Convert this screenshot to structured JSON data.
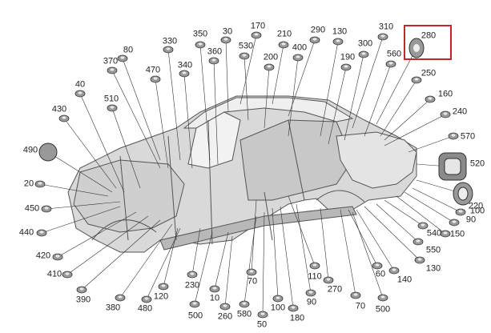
{
  "highlight": {
    "part": "280",
    "color": "#c0272d"
  },
  "parts": [
    {
      "id": "330",
      "label": "330"
    },
    {
      "id": "350",
      "label": "350"
    },
    {
      "id": "30",
      "label": "30"
    },
    {
      "id": "170",
      "label": "170"
    },
    {
      "id": "210",
      "label": "210"
    },
    {
      "id": "290",
      "label": "290"
    },
    {
      "id": "130-top",
      "label": "130"
    },
    {
      "id": "310",
      "label": "310"
    },
    {
      "id": "280",
      "label": "280"
    },
    {
      "id": "80",
      "label": "80"
    },
    {
      "id": "370",
      "label": "370"
    },
    {
      "id": "340",
      "label": "340"
    },
    {
      "id": "360",
      "label": "360"
    },
    {
      "id": "530",
      "label": "530"
    },
    {
      "id": "200",
      "label": "200"
    },
    {
      "id": "400",
      "label": "400"
    },
    {
      "id": "190",
      "label": "190"
    },
    {
      "id": "300",
      "label": "300"
    },
    {
      "id": "560",
      "label": "560"
    },
    {
      "id": "470",
      "label": "470"
    },
    {
      "id": "250",
      "label": "250"
    },
    {
      "id": "40",
      "label": "40"
    },
    {
      "id": "510",
      "label": "510"
    },
    {
      "id": "160",
      "label": "160"
    },
    {
      "id": "430",
      "label": "430"
    },
    {
      "id": "240",
      "label": "240"
    },
    {
      "id": "570",
      "label": "570"
    },
    {
      "id": "490",
      "label": "490"
    },
    {
      "id": "520",
      "label": "520"
    },
    {
      "id": "20",
      "label": "20"
    },
    {
      "id": "220",
      "label": "220"
    },
    {
      "id": "450",
      "label": "450"
    },
    {
      "id": "100",
      "label": "100"
    },
    {
      "id": "90-right",
      "label": "90"
    },
    {
      "id": "440",
      "label": "440"
    },
    {
      "id": "150",
      "label": "150"
    },
    {
      "id": "540",
      "label": "540"
    },
    {
      "id": "550",
      "label": "550"
    },
    {
      "id": "420",
      "label": "420"
    },
    {
      "id": "130-right",
      "label": "130"
    },
    {
      "id": "410",
      "label": "410"
    },
    {
      "id": "60",
      "label": "60"
    },
    {
      "id": "140",
      "label": "140"
    },
    {
      "id": "110",
      "label": "110"
    },
    {
      "id": "70-mid",
      "label": "70"
    },
    {
      "id": "230",
      "label": "230"
    },
    {
      "id": "270",
      "label": "270"
    },
    {
      "id": "390",
      "label": "390"
    },
    {
      "id": "120",
      "label": "120"
    },
    {
      "id": "10",
      "label": "10"
    },
    {
      "id": "90-bottom",
      "label": "90"
    },
    {
      "id": "380",
      "label": "380"
    },
    {
      "id": "100-bottom",
      "label": "100"
    },
    {
      "id": "70-bottom",
      "label": "70"
    },
    {
      "id": "500-right",
      "label": "500"
    },
    {
      "id": "480",
      "label": "480"
    },
    {
      "id": "500-left",
      "label": "500"
    },
    {
      "id": "260",
      "label": "260"
    },
    {
      "id": "580",
      "label": "580"
    },
    {
      "id": "180",
      "label": "180"
    },
    {
      "id": "50",
      "label": "50"
    }
  ]
}
